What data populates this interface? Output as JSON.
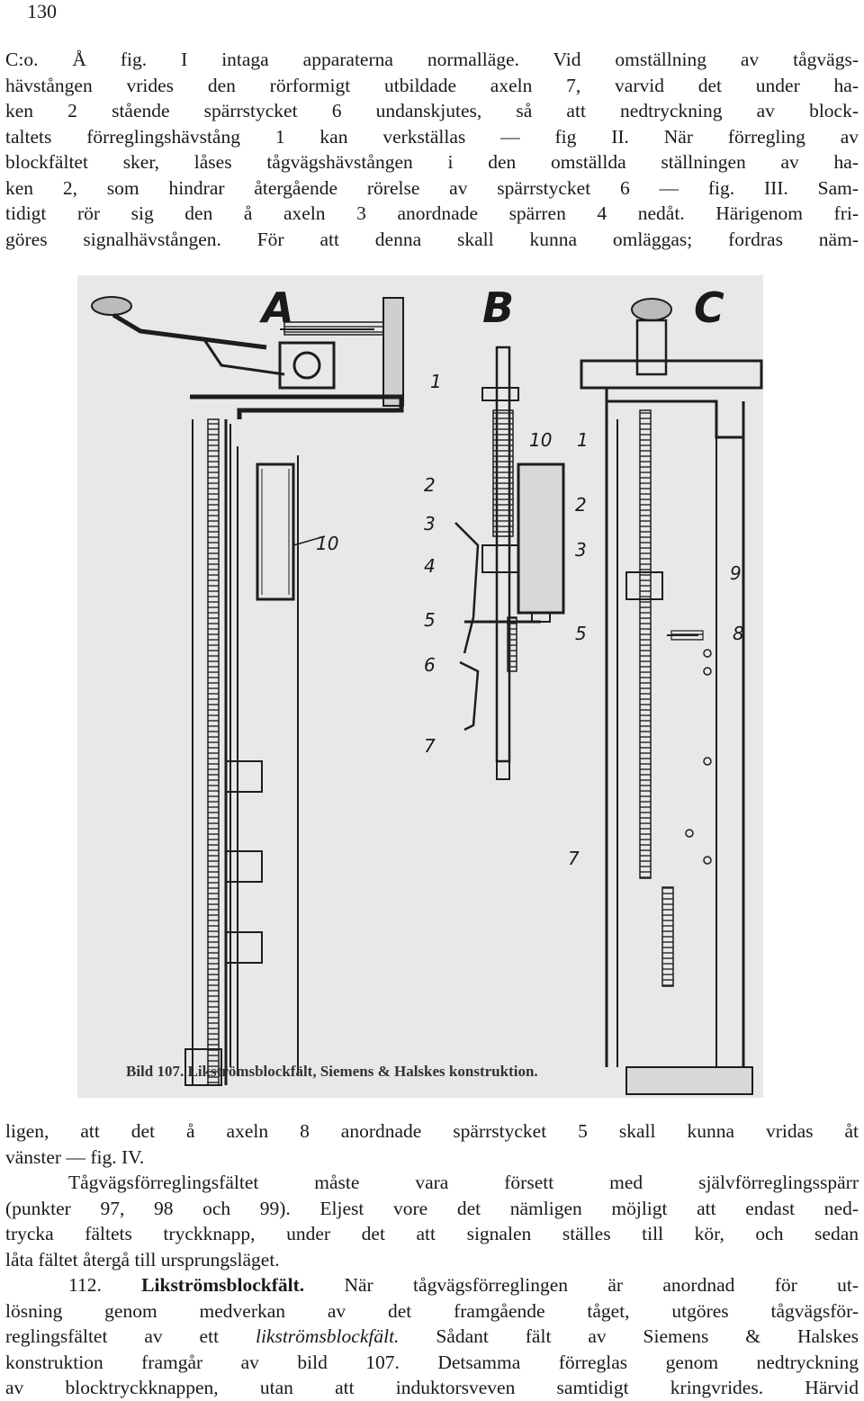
{
  "page": {
    "number": "130"
  },
  "paragraphs": {
    "top": [
      "C:o.  Å fig. I intaga apparaterna normalläge.  Vid omställning av tågvägs-",
      "hävstången vrides den rörformigt utbildade axeln 7, varvid det under ha-",
      "ken 2 stående spärrstycket 6 undanskjutes, så att nedtryckning av block-",
      "taltets förreglingshävstång 1 kan verkställas — fig II.  När förregling av",
      "blockfältet sker, låses tågvägshävstången i den omställda ställningen av ha-",
      "ken 2, som hindrar återgående rörelse av spärrstycket 6 — fig. III.  Sam-",
      "tidigt rör sig den å axeln 3 anordnade spärren 4 nedåt.  Härigenom fri-",
      "göres signalhävstången.  För att denna skall kunna omläggas; fordras näm-"
    ],
    "continued": [
      "ligen, att det å axeln 8 anordnade spärrstycket 5 skall kunna vridas åt",
      "vänster — fig. IV."
    ],
    "second": [
      "Tågvägsförreglingsfältet måste vara försett med självförreglingsspärr",
      "(punkter 97, 98 och 99).  Eljest vore det nämligen möjligt att endast ned-",
      "trycka fältets tryckknapp, under det att signalen ställes till kör, och sedan",
      "låta fältet återgå till ursprungsläget."
    ],
    "section": {
      "number": "112.",
      "heading": "Likströmsblockfält.",
      "first_line_rest": "När tågvägsförreglingen är anordnad för ut-",
      "line2": "lösning genom medverkan av det framgående tåget, utgöres tågvägsför-",
      "line3_a": "reglingsfältet av ett",
      "line3_italic": "likströmsblockfält.",
      "line3_b": "Sådant fält av Siemens & Halskes",
      "line4": "konstruktion framgår av bild 107.  Detsamma förreglas genom nedtryckning",
      "line5": "av blocktryckknappen, utan att induktorsveven samtidigt kringvrides.  Härvid"
    }
  },
  "figure": {
    "caption": "Bild 107.  Likströmsblockfält, Siemens & Halskes konstruktion.",
    "panel_labels": [
      "A",
      "B",
      "C"
    ],
    "labels_a": [
      "10"
    ],
    "labels_b": [
      "1",
      "10",
      "2",
      "3",
      "4",
      "5",
      "6",
      "7"
    ],
    "labels_c": [
      "1",
      "2",
      "3",
      "9",
      "5",
      "8",
      "7"
    ]
  }
}
